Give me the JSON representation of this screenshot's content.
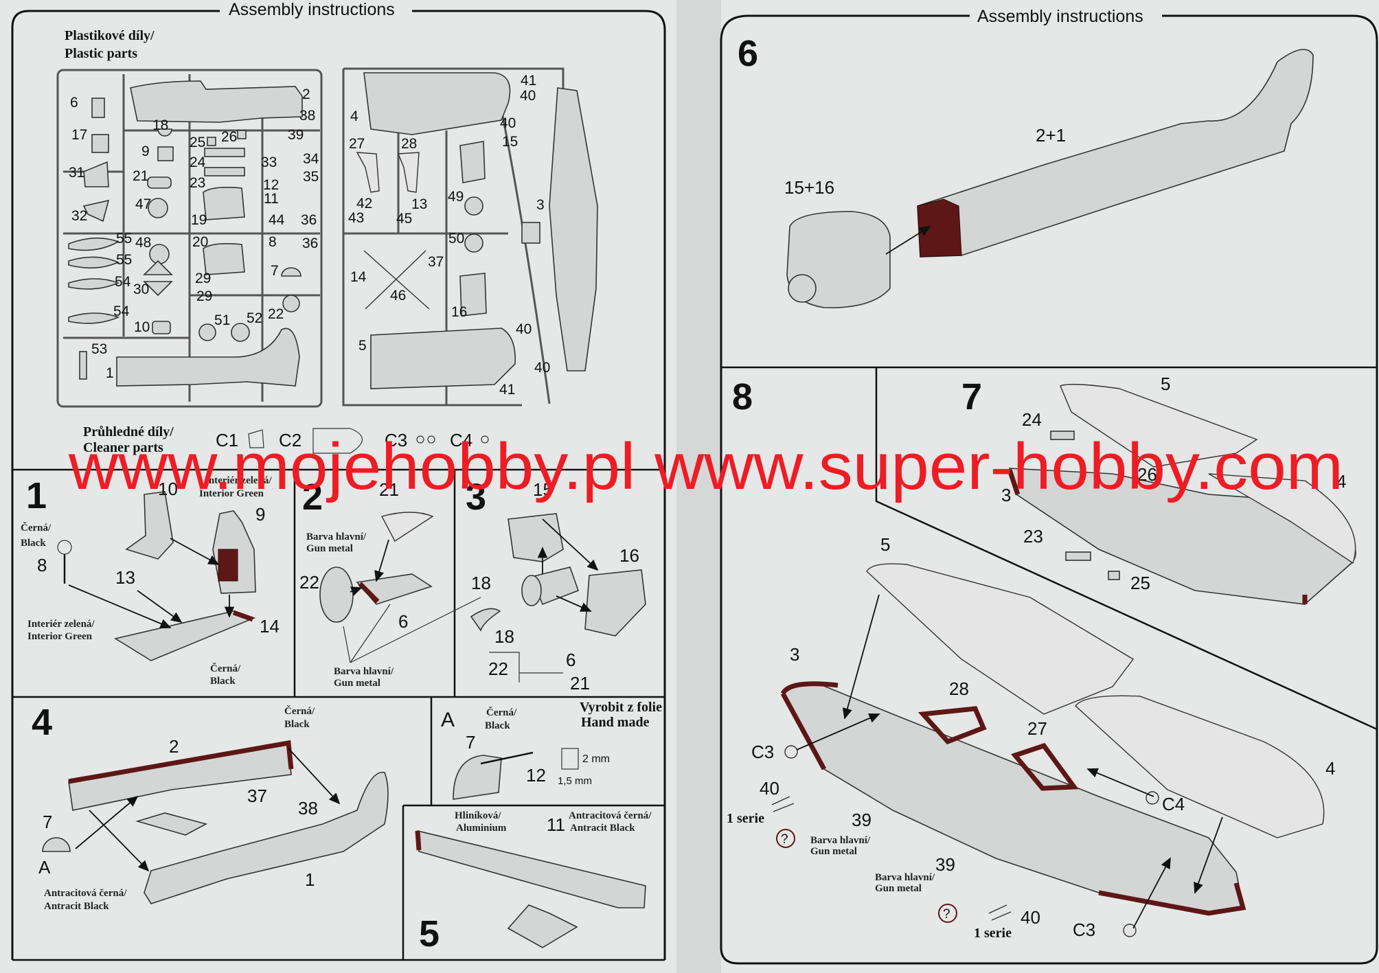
{
  "left_page": {
    "title": "Assembly instructions",
    "plastic_parts": {
      "line1": "Plastikové díly/",
      "line2": "Plastic parts"
    },
    "left_sprue_labels": [
      "6",
      "2",
      "38",
      "18",
      "17",
      "25",
      "26",
      "39",
      "9",
      "24",
      "33",
      "34",
      "31",
      "21",
      "23",
      "35",
      "12",
      "11",
      "47",
      "32",
      "19",
      "44",
      "36",
      "55",
      "48",
      "20",
      "8",
      "36",
      "55",
      "7",
      "29",
      "54",
      "30",
      "29",
      "22",
      "54",
      "51",
      "52",
      "10",
      "53",
      "1"
    ],
    "right_sprue_labels": [
      "41",
      "40",
      "4",
      "40",
      "27",
      "28",
      "15",
      "49",
      "42",
      "13",
      "43",
      "45",
      "3",
      "50",
      "37",
      "14",
      "46",
      "16",
      "40",
      "5",
      "40",
      "41"
    ],
    "clear_parts": {
      "line1": "Průhledné díly/",
      "line2": "Cleaner parts",
      "items": [
        "C1",
        "C2",
        "C3",
        "C4"
      ]
    },
    "step1": {
      "number": "1",
      "labels": [
        "10",
        "9",
        "8",
        "13",
        "14"
      ],
      "interior_green_top": [
        "Interiér zelená/",
        "Interior Green"
      ],
      "black_left": [
        "Černá/",
        "Black"
      ],
      "interior_green_bottom": [
        "Interiér zelená/",
        "Interior Green"
      ],
      "black_bottom": [
        "Černá/",
        "Black"
      ]
    },
    "step2": {
      "number": "2",
      "labels": [
        "21",
        "22",
        "6"
      ],
      "gun_metal_top": [
        "Barva hlavní/",
        "Gun metal"
      ],
      "gun_metal_bottom": [
        "Barva hlavní/",
        "Gun metal"
      ]
    },
    "step3": {
      "number": "3",
      "labels": [
        "15",
        "16",
        "18",
        "18",
        "6",
        "22",
        "21"
      ]
    },
    "step4": {
      "number": "4",
      "labels": [
        "2",
        "37",
        "38",
        "7",
        "A",
        "1"
      ],
      "black": [
        "Černá/",
        "Black"
      ],
      "antracit": [
        "Antracitová černá/",
        "Antracit Black"
      ]
    },
    "detail_a": {
      "letter": "A",
      "black": [
        "Černá/",
        "Black"
      ],
      "hand_made": [
        "Vyrobit z folie",
        "Hand made"
      ],
      "labels": [
        "7",
        "12"
      ],
      "dim_height": "2 mm",
      "dim_width": "1,5 mm"
    },
    "step5": {
      "number": "5",
      "label": "11",
      "aluminium": [
        "Hliníková/",
        "Aluminium"
      ],
      "antracit": [
        "Antracitová černá/",
        "Antracit Black"
      ]
    }
  },
  "right_page": {
    "title": "Assembly instructions",
    "step6": {
      "number": "6",
      "fuselage_label": "2+1",
      "engine_label": "15+16"
    },
    "step8": {
      "number": "8",
      "labels": [
        "5",
        "3",
        "28",
        "27",
        "4",
        "C3",
        "C4",
        "40",
        "39",
        "39",
        "40",
        "C3"
      ],
      "first_series": "1 serie",
      "question": "?",
      "gun_metal_1": [
        "Barva hlavní/",
        "Gun metal"
      ],
      "gun_metal_2": [
        "Barva hlavní/",
        "Gun metal"
      ]
    },
    "step7": {
      "number": "7",
      "labels": [
        "5",
        "24",
        "26",
        "4",
        "3",
        "23",
        "25"
      ]
    }
  },
  "watermark": "www.mojehobby.pl www.super-hobby.com",
  "colors": {
    "paint_brown": "#5d1716",
    "watermark_red": "#ee1c24",
    "paper": "#e6e8e7"
  }
}
